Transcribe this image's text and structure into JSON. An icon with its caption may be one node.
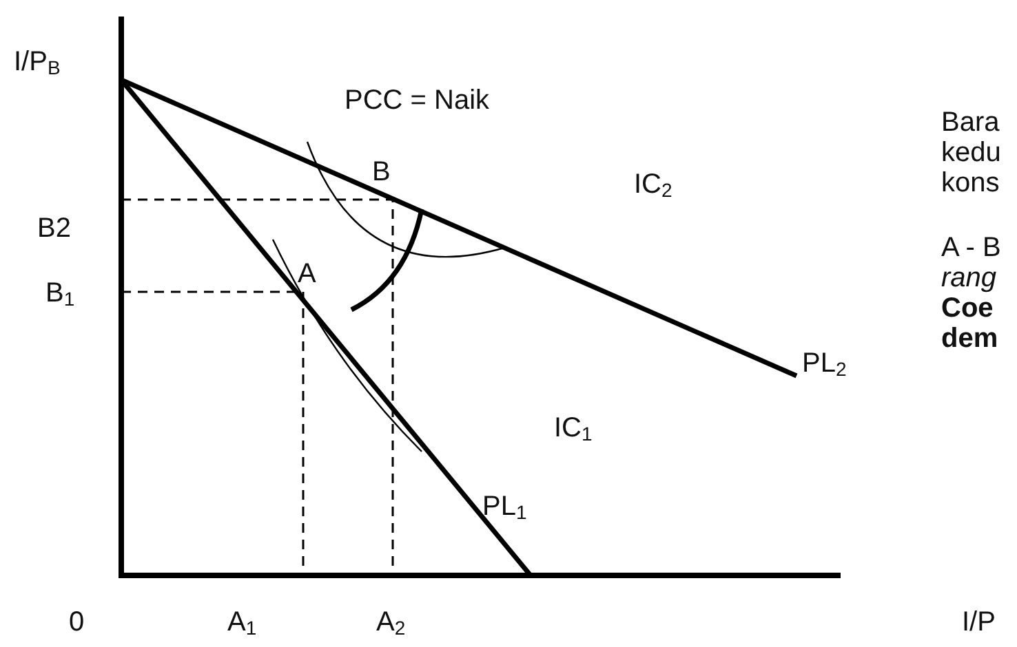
{
  "diagram": {
    "labels": [
      "I/P$_{B}$",
      "PCC = Naik",
      "B",
      "IC$_{2}$",
      "B2",
      "B$_{1}$",
      "A",
      "PL$_{2}$",
      "IC$_{1}$",
      "PL$_{1}$",
      "0",
      "A$_{1}$",
      "A$_{2}$",
      "I/P",
      "Bara kedu kons",
      "A - B *rang* **Coe dem**"
    ]
  }
}
